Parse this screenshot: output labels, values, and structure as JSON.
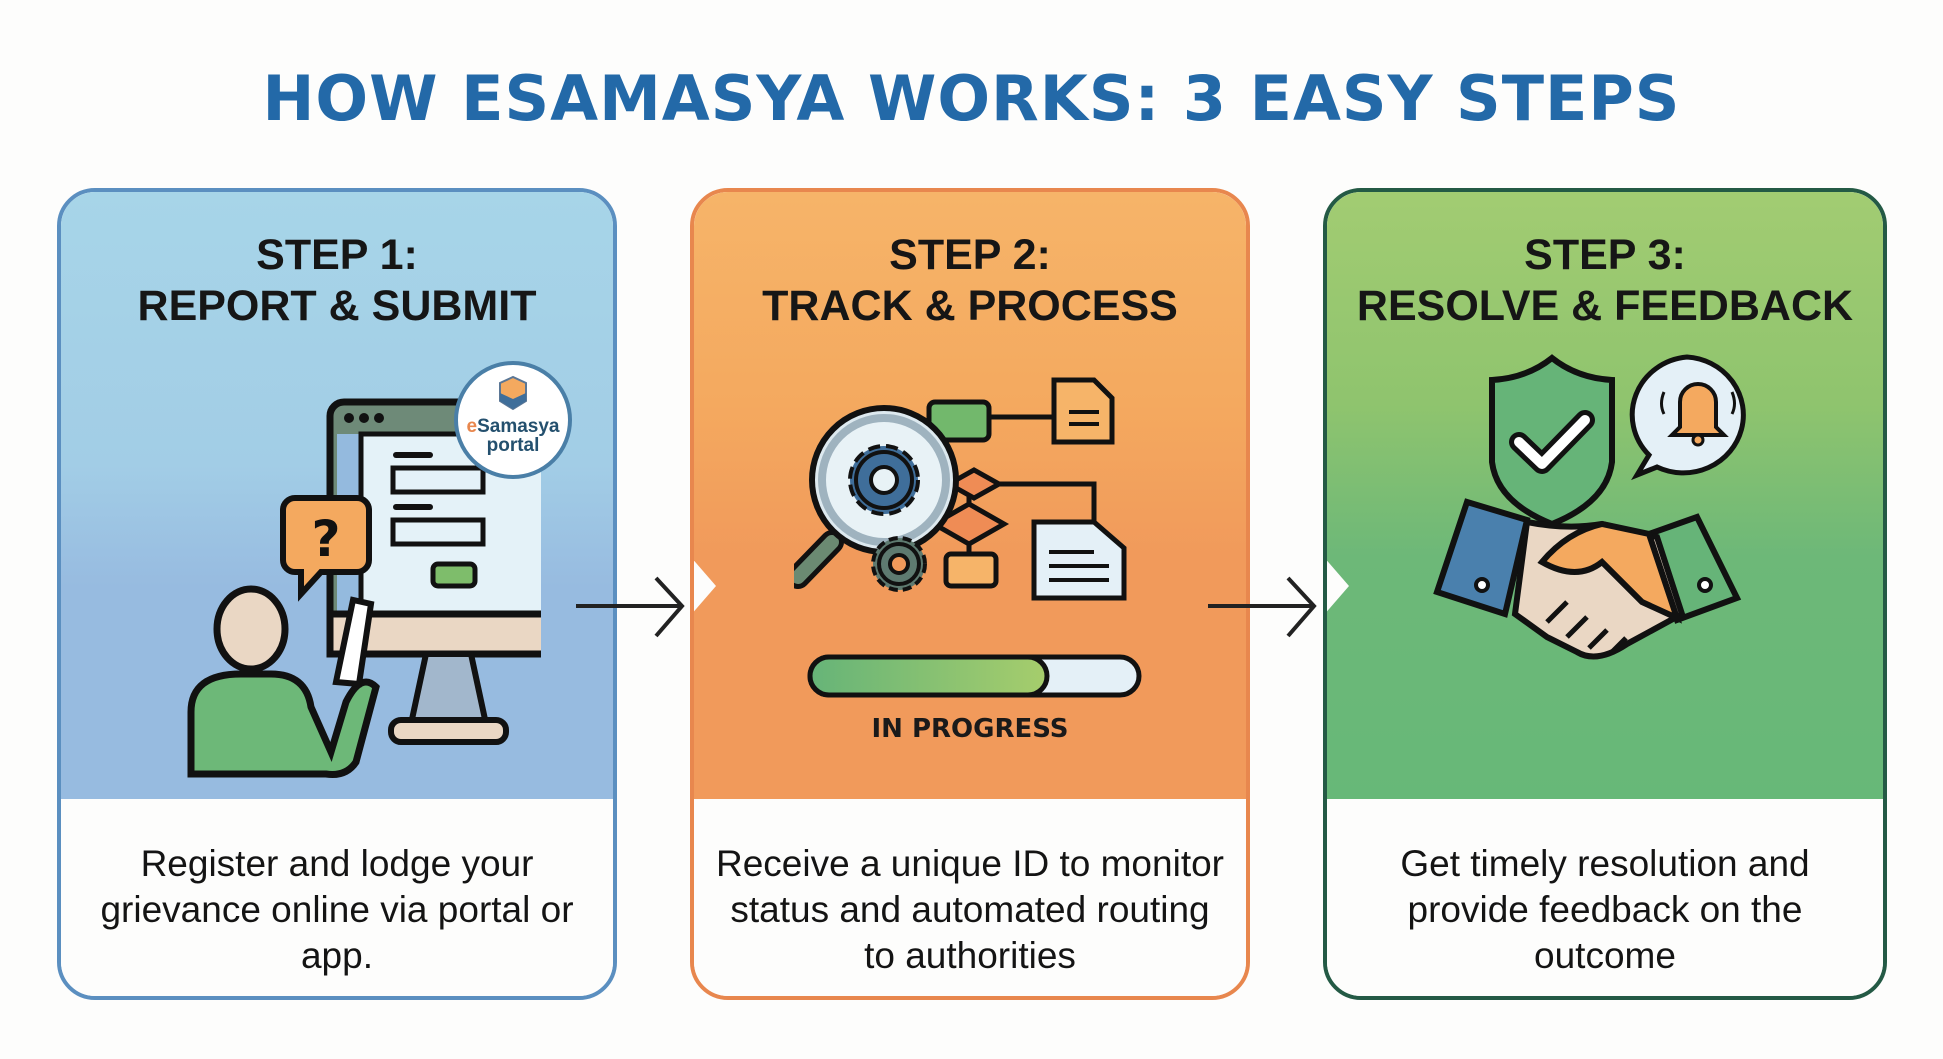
{
  "title": "HOW ESAMASYA WORKS: 3 EASY STEPS",
  "colors": {
    "title": "#2369a8",
    "step1": "#a2cde6",
    "step2": "#f4a95f",
    "step3": "#7ec274"
  },
  "steps": [
    {
      "number_label": "STEP 1:",
      "heading": "REPORT & SUBMIT",
      "description": "Register and lodge your grievance online via portal or app.",
      "icons": [
        "computer-monitor-icon",
        "web-form-icon",
        "question-bubble-icon",
        "person-icon"
      ],
      "logo": {
        "prefix": "e",
        "name": "Samasya",
        "sub": "portal"
      }
    },
    {
      "number_label": "STEP 2:",
      "heading": "TRACK & PROCESS",
      "description": "Receive a unique ID to monitor status and automated routing to authorities",
      "icons": [
        "magnifier-gear-icon",
        "flowchart-icon",
        "document-icon",
        "gear-icon"
      ],
      "progress": {
        "value_percent": 72,
        "label": "IN PROGRESS"
      }
    },
    {
      "number_label": "STEP 3:",
      "heading": "RESOLVE & FEEDBACK",
      "description": "Get timely resolution and provide feedback on the outcome",
      "icons": [
        "shield-check-icon",
        "bell-notification-icon",
        "handshake-icon"
      ]
    }
  ],
  "connectors": [
    "arrow-right-icon",
    "arrow-right-icon"
  ]
}
